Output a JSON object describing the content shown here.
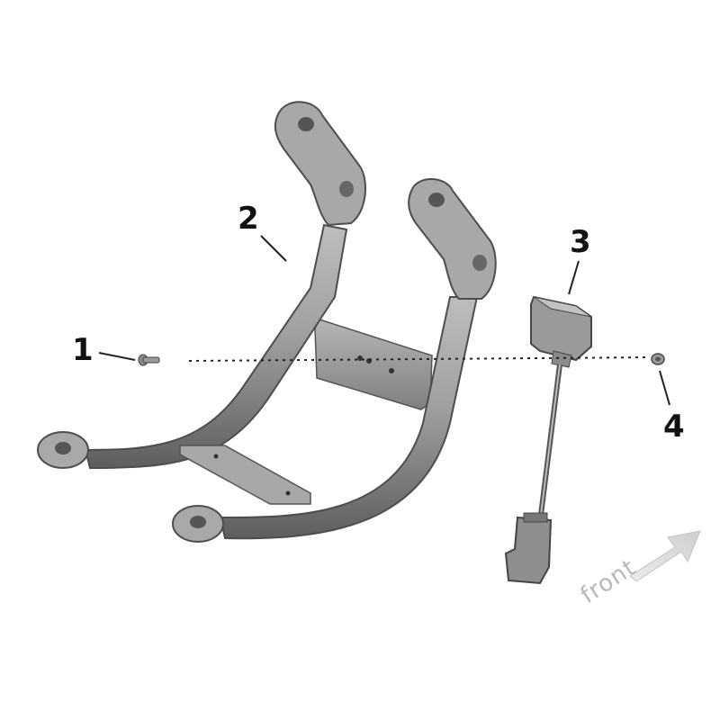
{
  "callouts": [
    {
      "id": "1",
      "label": "1"
    },
    {
      "id": "2",
      "label": "2"
    },
    {
      "id": "3",
      "label": "3"
    },
    {
      "id": "4",
      "label": "4"
    }
  ],
  "direction": {
    "label": "front"
  },
  "colors": {
    "part_fill": "#8e8e8e",
    "part_light": "#c9c9c9",
    "part_dark": "#5a5a5a",
    "arrow": "#d6d6d6"
  }
}
